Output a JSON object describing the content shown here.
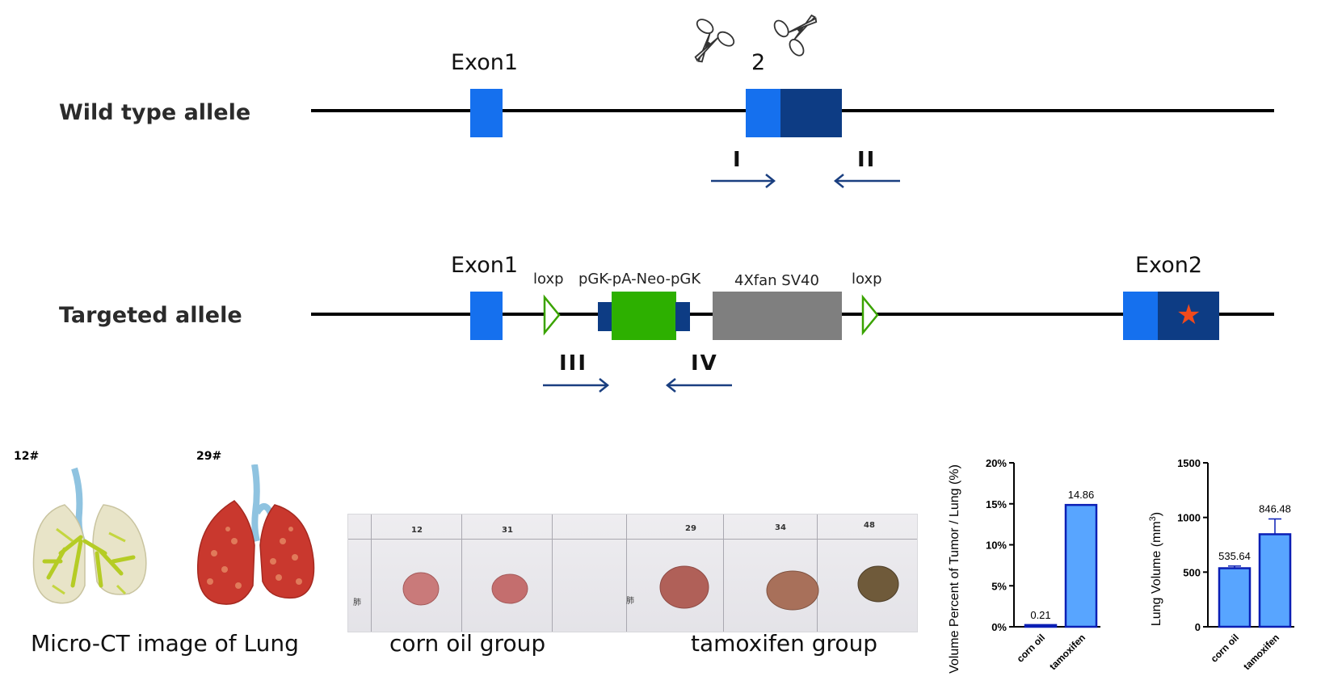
{
  "wild_type": {
    "title": "Wild type allele",
    "exon1_label": "Exon1",
    "exon2_label": "2",
    "primer_forward": "I",
    "primer_reverse": "II"
  },
  "targeted": {
    "title": "Targeted allele",
    "exon1_label": "Exon1",
    "exon2_label": "Exon2",
    "loxp_left": "loxp",
    "loxp_right": "loxp",
    "cassette_label": "pGK-pA-Neo-pGK",
    "sv40_label": "4Xfan SV40",
    "primer_forward": "III",
    "primer_reverse": "IV",
    "mutation_mark": "★"
  },
  "colors": {
    "exon_light": "#1570ee",
    "exon_dark": "#0d3c84",
    "neo_green": "#2db000",
    "sv40_gray": "#7f7f7f",
    "loxp_green": "#3aa300",
    "arrow_blue": "#1a3f80",
    "star_red": "#f04a1c",
    "bar_fill": "#58a5ff",
    "bar_edge": "#0b1fb5"
  },
  "icons": {
    "scissors_left": "scissors-icon",
    "scissors_right": "scissors-icon"
  },
  "microct": {
    "sample_a": "12#",
    "sample_b": "29#",
    "caption": "Micro-CT image of Lung"
  },
  "photo": {
    "sample_numbers": [
      "12",
      "31",
      "29",
      "34",
      "48"
    ],
    "side_char": "肺",
    "corn_oil_caption": "corn oil group",
    "tamoxifen_caption": "tamoxifen group"
  },
  "chart_data": [
    {
      "type": "bar",
      "categories": [
        "corn oil",
        "tamoxifen"
      ],
      "values": [
        0.21,
        14.86
      ],
      "value_labels": [
        "0.21",
        "14.86"
      ],
      "ylabel": "Volume Percent of Tumor / Lung (%)",
      "yticks": [
        0,
        5,
        10,
        15,
        20
      ],
      "ytick_labels": [
        "0%",
        "5%",
        "10%",
        "15%",
        "20%"
      ],
      "ylim": [
        0,
        20
      ],
      "error": [
        0,
        0
      ]
    },
    {
      "type": "bar",
      "categories": [
        "corn oil",
        "tamoxifen"
      ],
      "values": [
        535.64,
        846.48
      ],
      "value_labels": [
        "535.64",
        "846.48"
      ],
      "ylabel": "Lung Volume (mm3)",
      "ylabel_base": "Lung Volume (mm",
      "ylabel_sup": "3",
      "ylabel_end": ")",
      "yticks": [
        0,
        500,
        1000,
        1500
      ],
      "ytick_labels": [
        "0",
        "500",
        "1000",
        "1500"
      ],
      "ylim": [
        0,
        1500
      ],
      "error": [
        20,
        140
      ]
    }
  ]
}
